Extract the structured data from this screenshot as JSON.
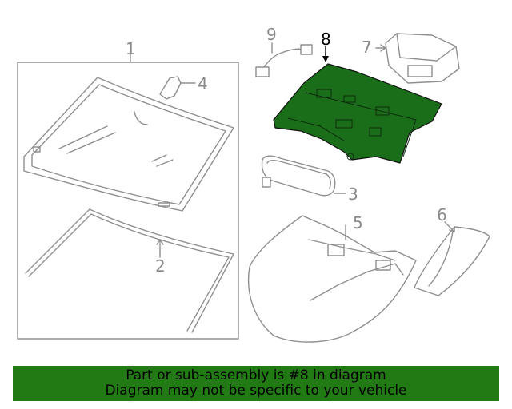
{
  "diagram": {
    "callouts": [
      "1",
      "2",
      "3",
      "4",
      "5",
      "6",
      "7",
      "8",
      "9"
    ],
    "selected_callout": "8",
    "selected_color": "#1a6e1a"
  },
  "footer": {
    "line1": "Part or sub-assembly is #8 in diagram",
    "line2": "Diagram may not be specific to your vehicle",
    "background": "#227a14"
  }
}
